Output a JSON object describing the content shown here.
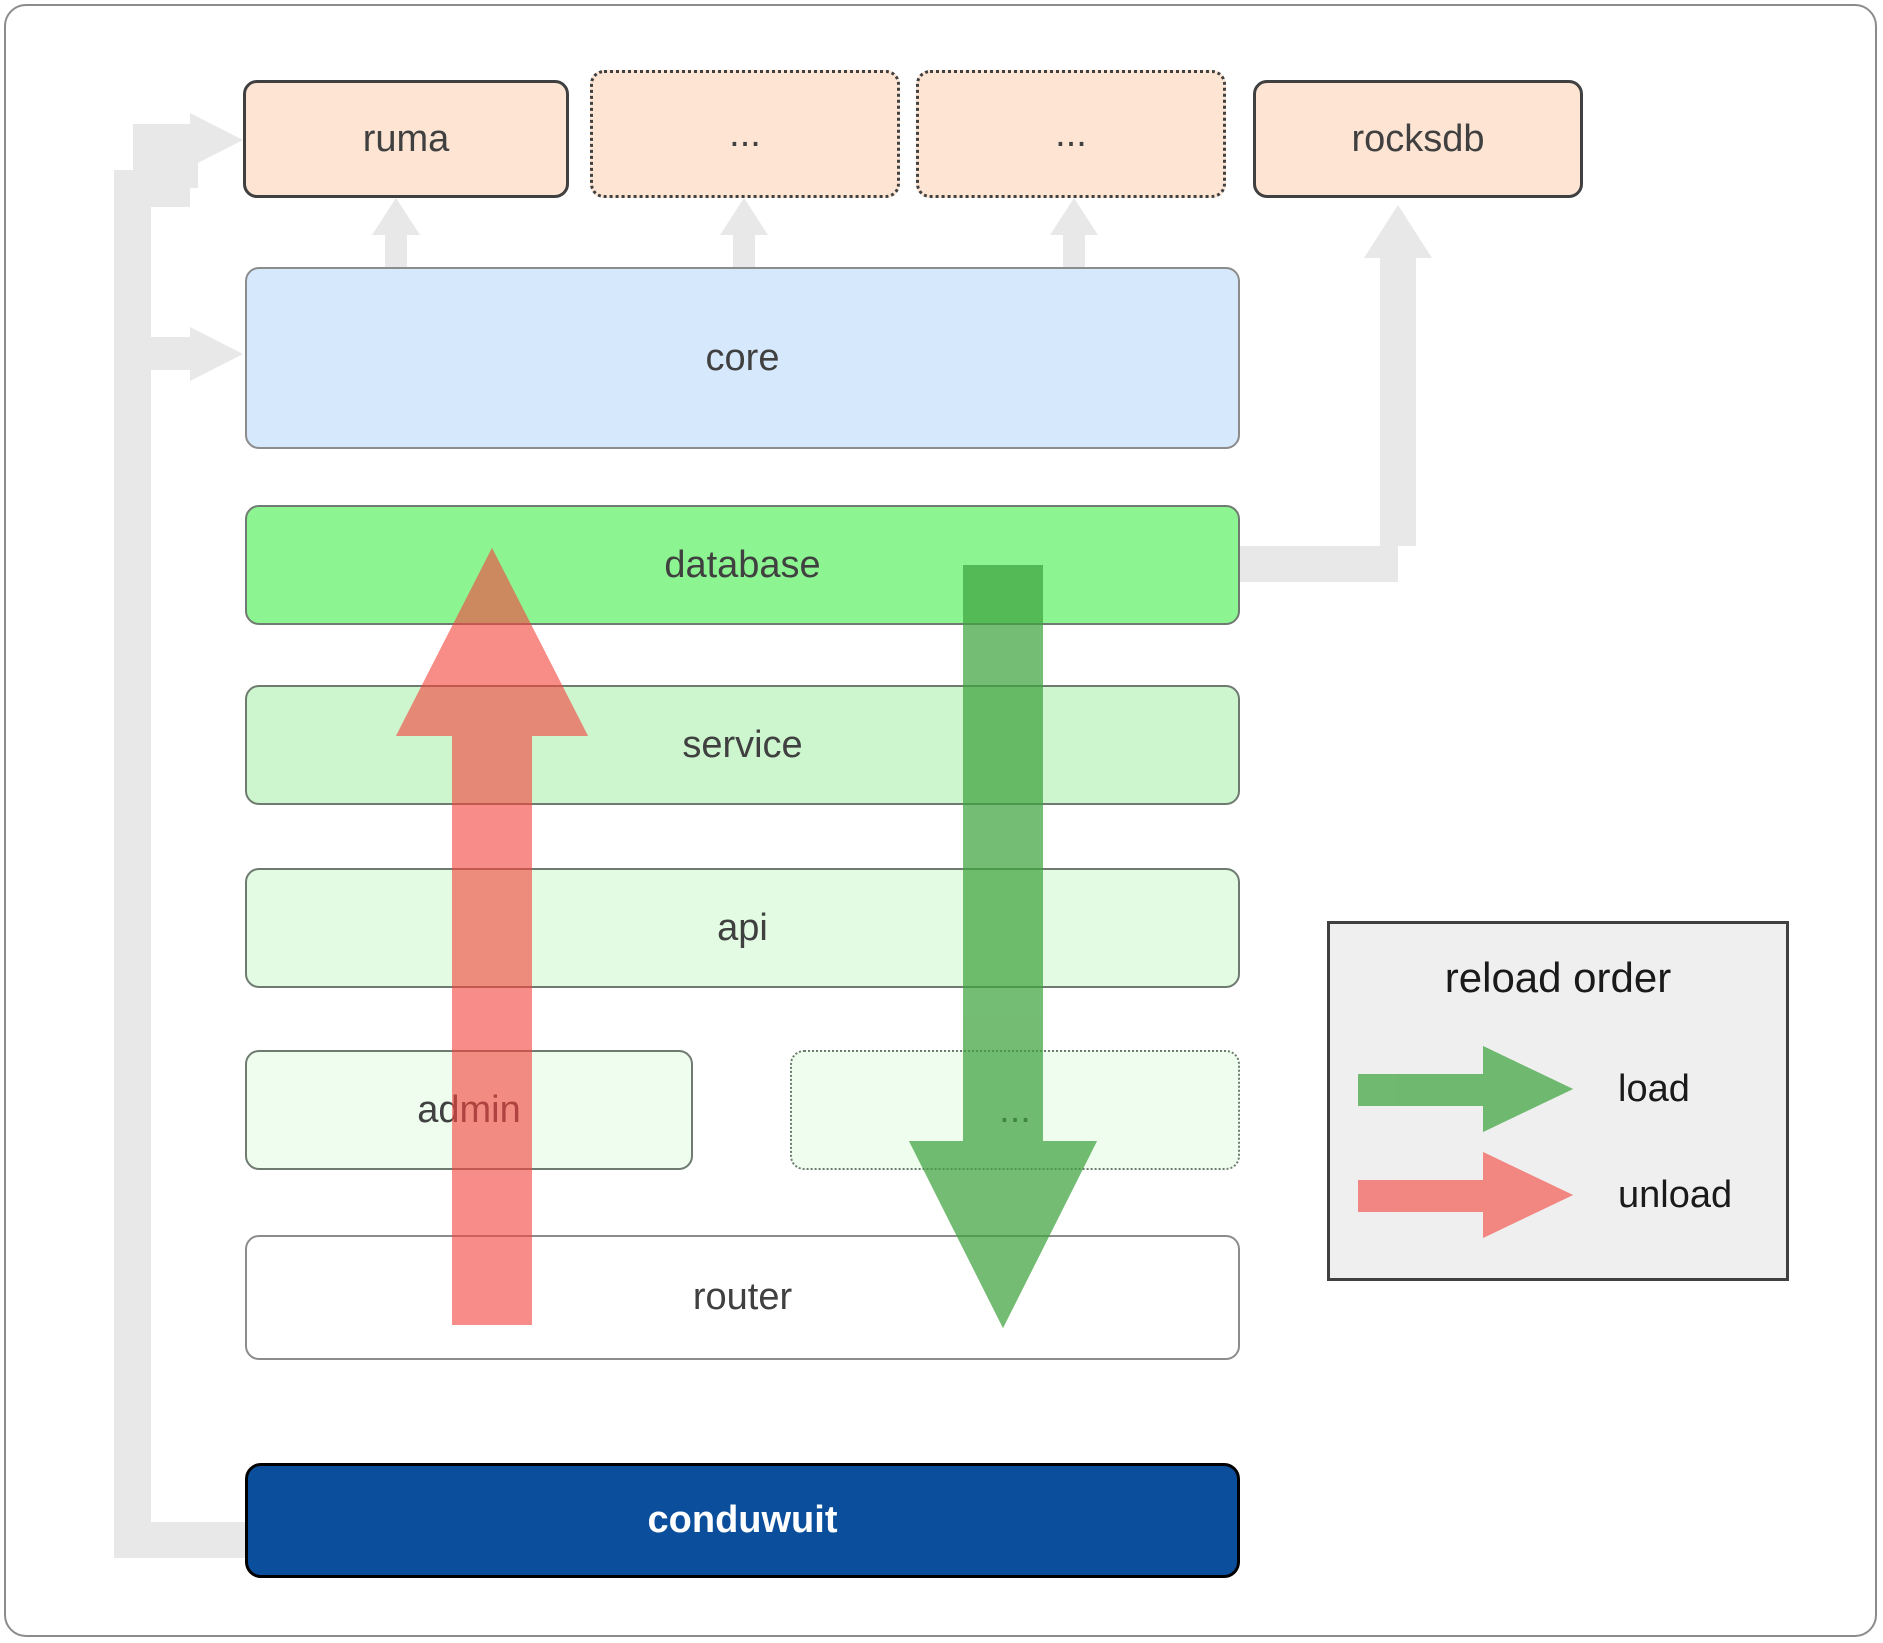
{
  "diagram": {
    "title": "conduwuit crate layering / reload order",
    "colors": {
      "dependency_fill": "#fde4d3",
      "dependency_border": "#404040",
      "core_fill": "#d6e8fb",
      "database_fill": "#8cf591",
      "service_fill": "#cdf5ce",
      "api_fill": "#e2fbe2",
      "admin_fill": "#effdef",
      "router_fill": "#ffffff",
      "app_fill": "#0b4f9c",
      "load_arrow": "#4caf50",
      "unload_arrow": "#f98080",
      "connector": "#e8e8e8",
      "legend_bg": "#efefef",
      "frame_border": "#8c8c8c"
    },
    "dependencies": [
      {
        "id": "ruma",
        "label": "ruma",
        "style": "solid"
      },
      {
        "id": "dots1",
        "label": "...",
        "style": "dotted"
      },
      {
        "id": "dots2",
        "label": "...",
        "style": "dotted"
      },
      {
        "id": "rocksdb",
        "label": "rocksdb",
        "style": "solid"
      }
    ],
    "layers": [
      {
        "id": "core",
        "label": "core"
      },
      {
        "id": "database",
        "label": "database"
      },
      {
        "id": "service",
        "label": "service"
      },
      {
        "id": "api",
        "label": "api"
      },
      {
        "id": "admin",
        "label": "admin"
      },
      {
        "id": "dots3",
        "label": "..."
      },
      {
        "id": "router",
        "label": "router"
      }
    ],
    "application": {
      "id": "conduwuit",
      "label": "conduwuit"
    }
  },
  "legend": {
    "title": "reload order",
    "items": [
      {
        "id": "load",
        "label": "load",
        "color": "#4caf50"
      },
      {
        "id": "unload",
        "label": "unload",
        "color": "#f98080"
      }
    ]
  }
}
